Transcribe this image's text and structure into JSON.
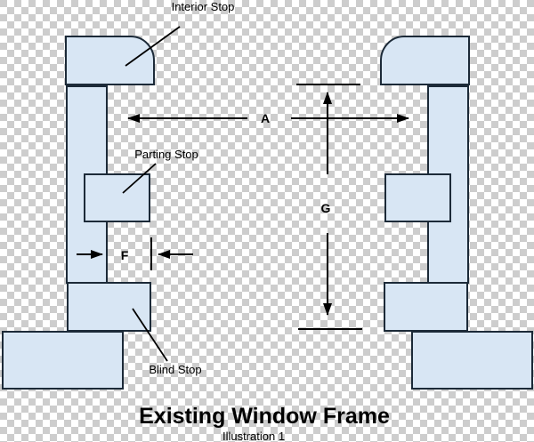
{
  "labels": {
    "interior_stop": "Interior Stop",
    "parting_stop": "Parting Stop",
    "blind_stop": "Blind Stop"
  },
  "dimensions": {
    "a": "A",
    "f": "F",
    "g": "G"
  },
  "footer": {
    "title": "Existing Window Frame",
    "subtitle": "Illustration 1"
  },
  "colors": {
    "piece_fill": "#d8e6f4",
    "piece_stroke": "#1c2a38",
    "annotation_color": "#000000",
    "text_color": "#000000",
    "checker_gray": "#cdcdcd",
    "checker_white": "#ffffff"
  }
}
